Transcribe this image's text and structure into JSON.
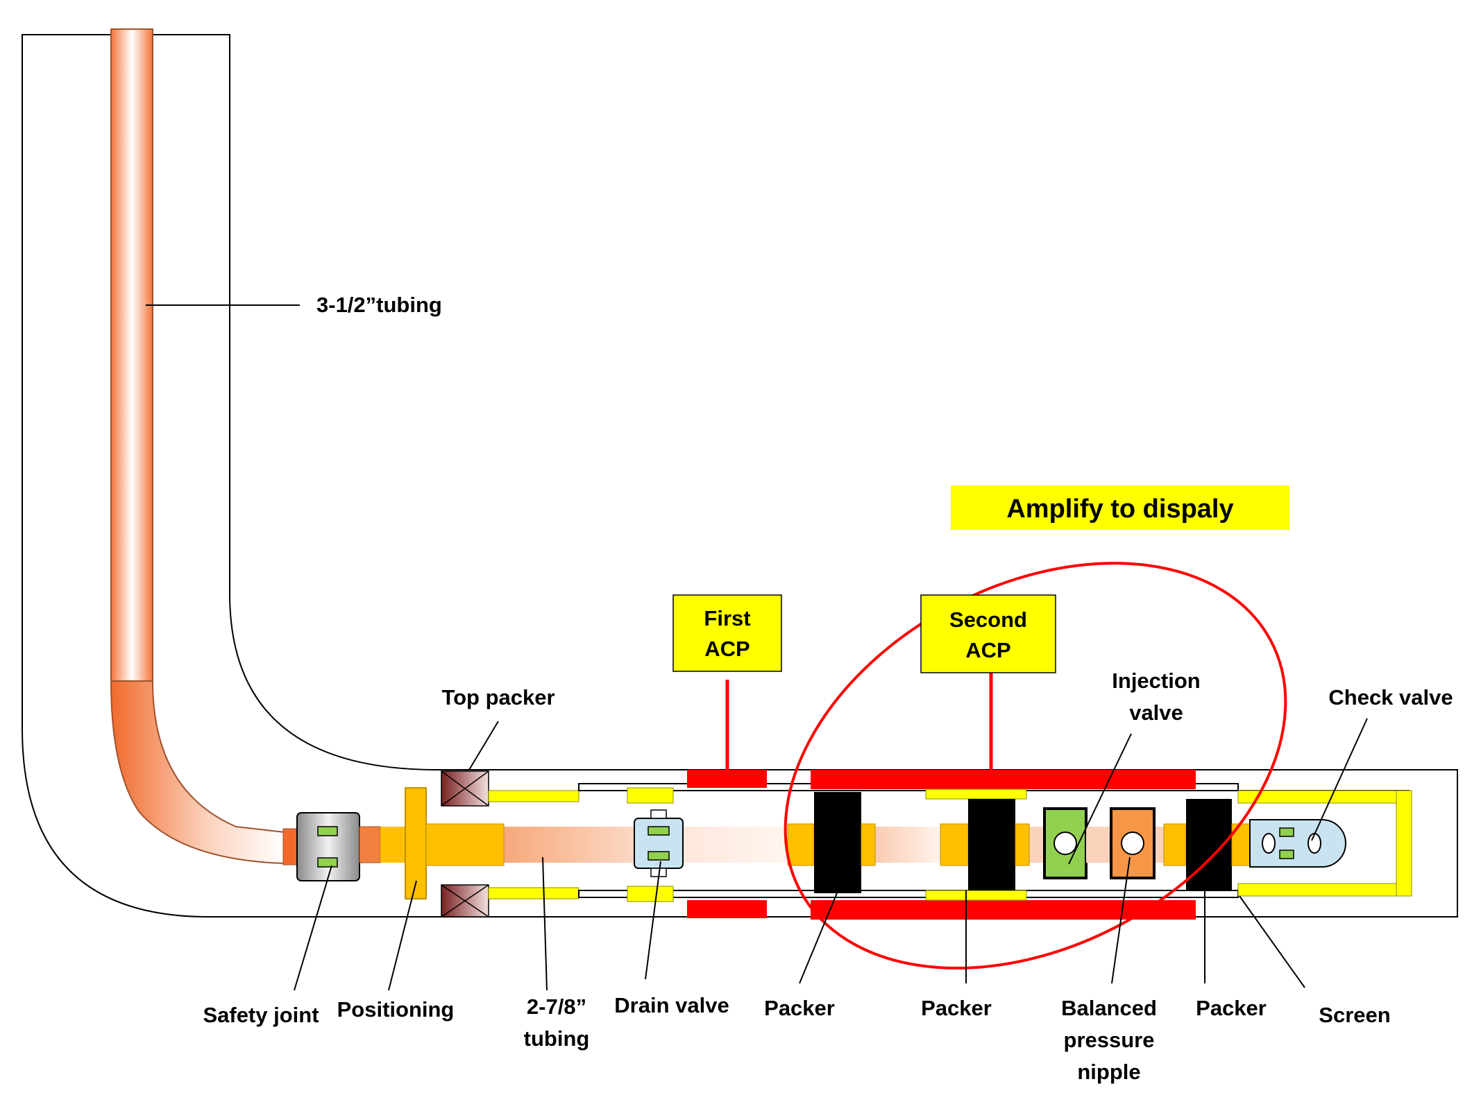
{
  "labels": {
    "tubing_3_5": "3-1/2”tubing",
    "top_packer": "Top packer",
    "first_acp": [
      "First",
      "ACP"
    ],
    "second_acp": [
      "Second",
      "ACP"
    ],
    "amplify": "Amplify to dispaly",
    "injection_valve": [
      "Injection",
      "valve"
    ],
    "check_valve": "Check valve",
    "safety_joint": "Safety joint",
    "positioning": "Positioning",
    "tubing_2_7_8": [
      "2-7/8”",
      "tubing"
    ],
    "drain_valve": "Drain valve",
    "packer_1": "Packer",
    "packer_2": "Packer",
    "balanced_pressure_nipple": [
      "Balanced",
      "pressure",
      "nipple"
    ],
    "packer_3": "Packer",
    "screen": "Screen"
  },
  "colors": {
    "tubing_orange": "#f08040",
    "coupling_gold": "#ffc000",
    "acp_red": "#ff0000",
    "label_yellow": "#ffff00",
    "packer_black": "#000000",
    "injection_green": "#92d050",
    "nipple_orange": "#f79646",
    "valve_blue": "#c9e3f0",
    "top_packer_maroon": "#8b3030"
  }
}
